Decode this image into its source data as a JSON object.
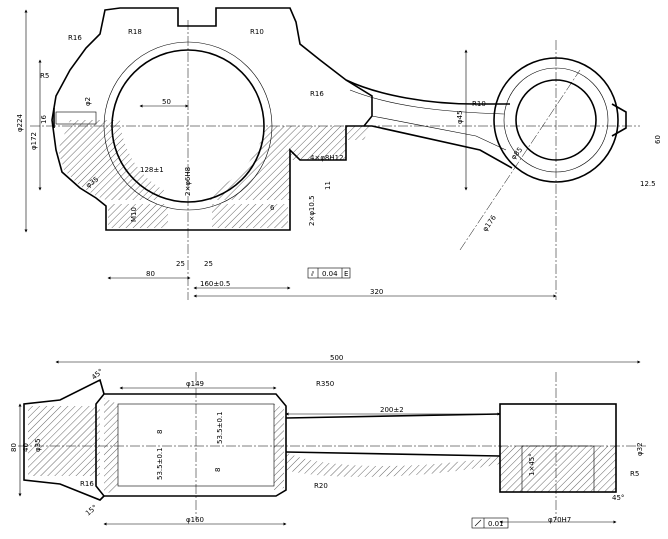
{
  "top_view": {
    "labels": {
      "r16_left": "R16",
      "r18": "R18",
      "r10_top": "R10",
      "r5_left": "R5",
      "phi2": "φ2",
      "d50": "50",
      "r16_rod": "R16",
      "r10_small": "R10",
      "phi45": "φ45",
      "phi85": "φ85",
      "phi176": "φ176",
      "phi224": "φ224",
      "phi172": "φ172",
      "h16": "16",
      "phi35": "φ35",
      "d128": "128±1",
      "d2x6": "2×φ6H8",
      "m10": "M10",
      "d4x8": "4×φ8H12",
      "d11": "11",
      "d6": "6",
      "d2x10": "2×φ10.5",
      "d80": "80",
      "d25a": "25",
      "d25b": "25",
      "d160": "160±0.5",
      "d320": "320",
      "d60": "60",
      "d12_5": "12.5",
      "tol_symbol": "⫽",
      "tol_value": "0.04",
      "tol_datum": "E"
    }
  },
  "bottom_view": {
    "labels": {
      "d500": "500",
      "ang45": "45°",
      "phi149": "φ149",
      "r350": "R350",
      "d200": "200±2",
      "d80": "80",
      "d40": "40",
      "phi35": "φ35",
      "d8a": "8",
      "d53_5a": "53.5±0.1",
      "d53_5b": "53.5±0.1",
      "d8b": "8",
      "r16": "R16",
      "r20": "R20",
      "ang15": "15°",
      "phi160": "φ160",
      "ch1x45": "1×45°",
      "phi32": "φ32",
      "r5": "R5",
      "ang45b": "45°",
      "phi70": "φ70H7",
      "tol_value": "0.01"
    }
  }
}
